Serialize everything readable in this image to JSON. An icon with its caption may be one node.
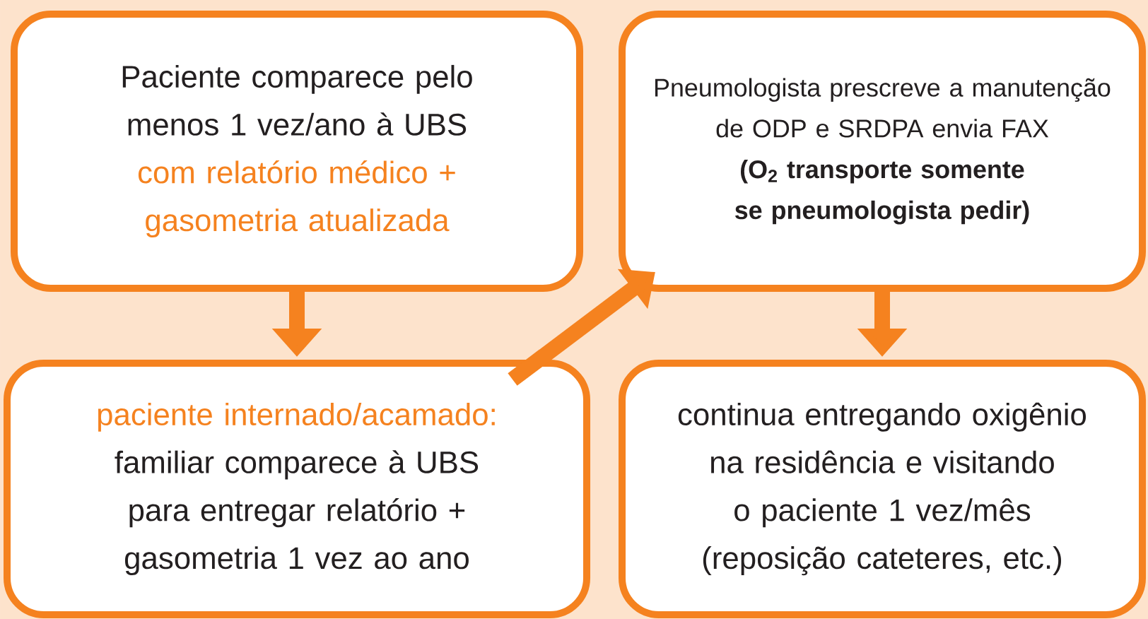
{
  "diagram": {
    "nodes": [
      {
        "text": [
          "Paciente comparece pelo menos 1 vez/ano à UBS",
          "com relatório médico + gasometria atualizada"
        ]
      },
      {
        "text": [
          "Pneumologista prescreve a manutenção de ODP e SRDPA envia FAX",
          "(O$_{2}$ transporte somente se pneumologista pedir)"
        ]
      },
      {
        "text": [
          "paciente internado/acamado:",
          "familiar comparece à UBS para entregar relatório + gasometria 1 vez ao ano"
        ]
      },
      {
        "text": [
          "continua entregando oxigênio na residência e visitando o paciente 1 vez/mês (reposição cateteres, etc.)"
        ]
      }
    ],
    "edges": [
      {
        "from": 0,
        "to": 2,
        "arrow": "to"
      },
      {
        "from": 2,
        "to": 1,
        "arrow": "to"
      },
      {
        "from": 1,
        "to": 3,
        "arrow": "to"
      }
    ]
  }
}
